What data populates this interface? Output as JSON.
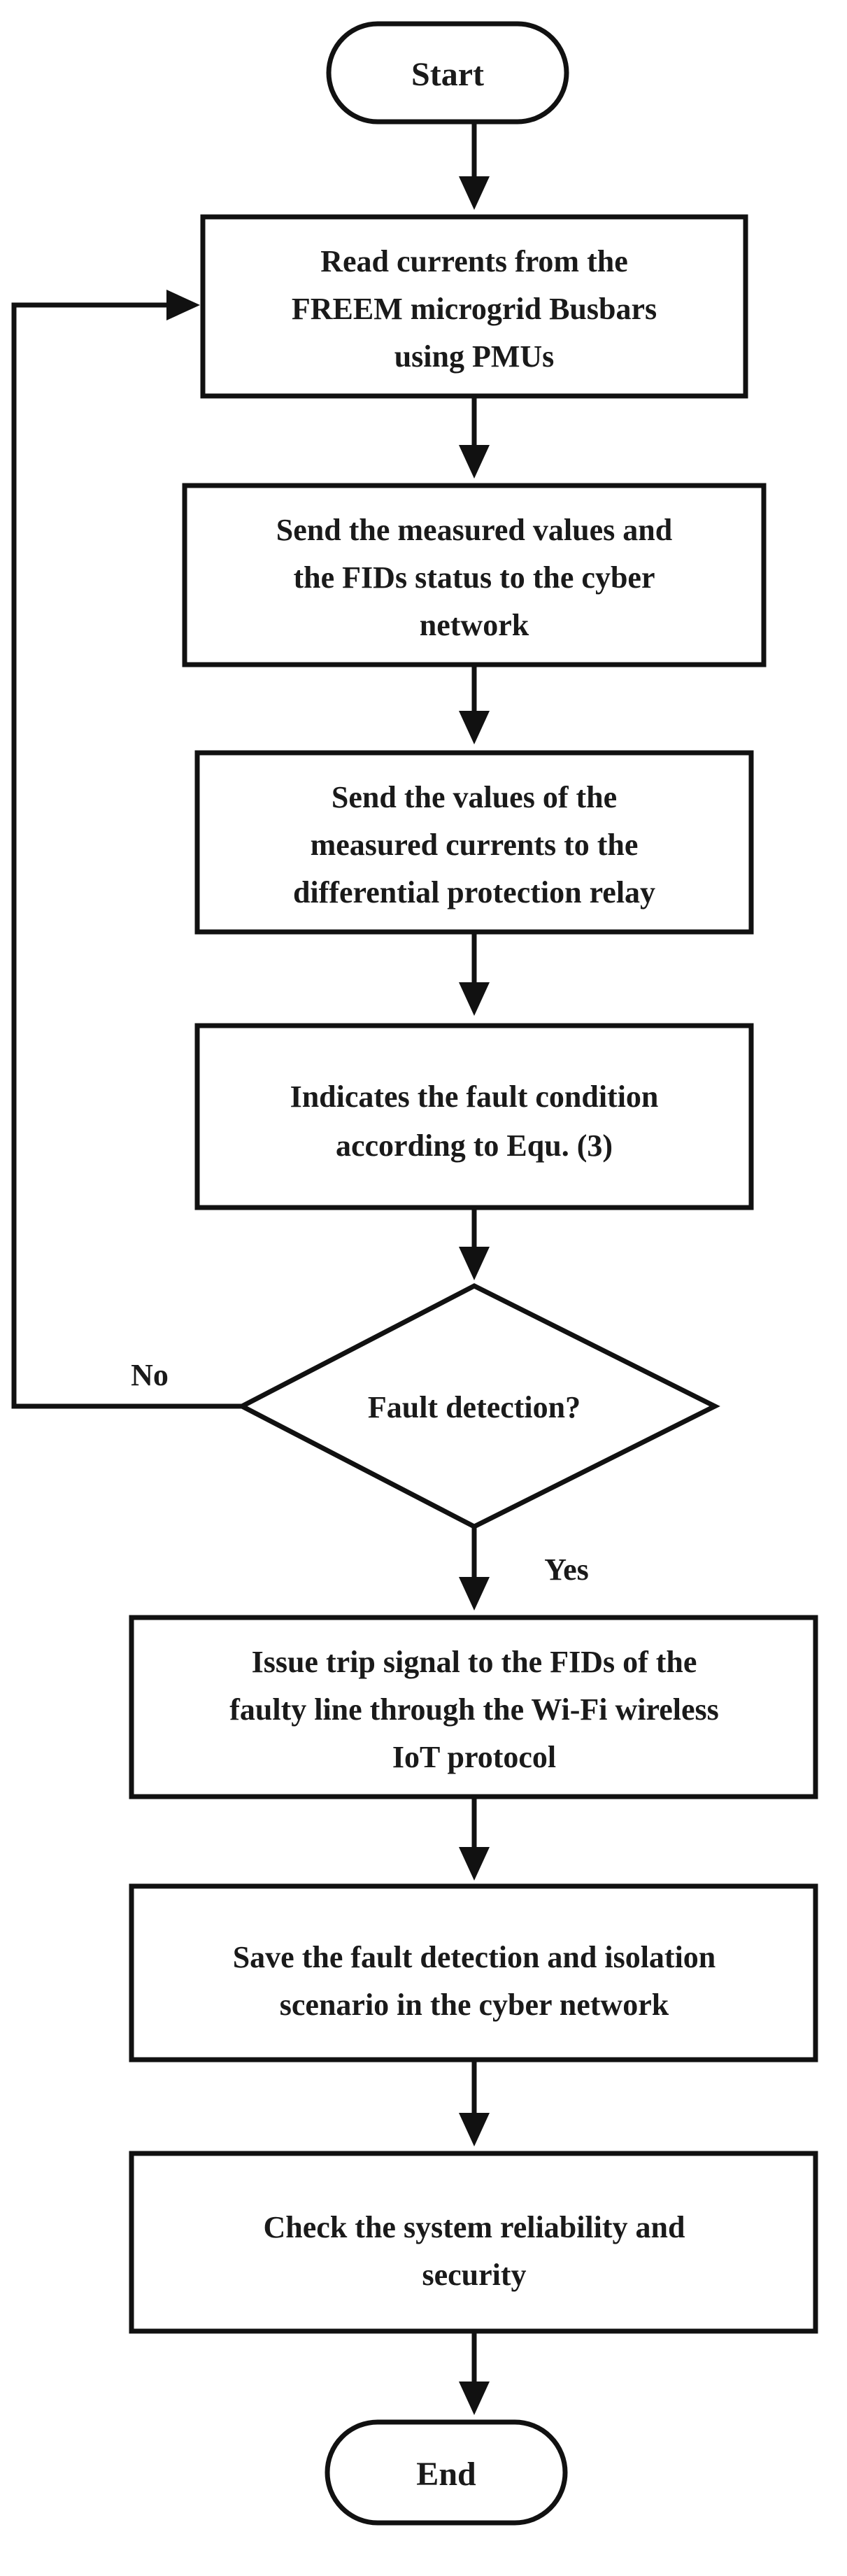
{
  "flowchart": {
    "start": {
      "label": "Start"
    },
    "steps": [
      {
        "lines": [
          "Read currents from the",
          "FREEM microgrid Busbars",
          "using PMUs"
        ]
      },
      {
        "lines": [
          "Send the measured values and",
          "the FIDs status to the cyber",
          "network"
        ]
      },
      {
        "lines": [
          "Send the values of the",
          "measured currents to the",
          "differential protection relay"
        ]
      },
      {
        "lines": [
          "Indicates the fault condition",
          "according to Equ. (3)"
        ]
      }
    ],
    "decision": {
      "label": "Fault detection?",
      "no_label": "No",
      "yes_label": "Yes"
    },
    "after_steps": [
      {
        "lines": [
          "Issue trip signal to the FIDs of the",
          "faulty line through the Wi-Fi wireless",
          "IoT protocol"
        ]
      },
      {
        "lines": [
          "Save the fault detection and isolation",
          "scenario in the cyber network"
        ]
      },
      {
        "lines": [
          "Check the system reliability and",
          "security"
        ]
      }
    ],
    "end": {
      "label": "End"
    }
  }
}
